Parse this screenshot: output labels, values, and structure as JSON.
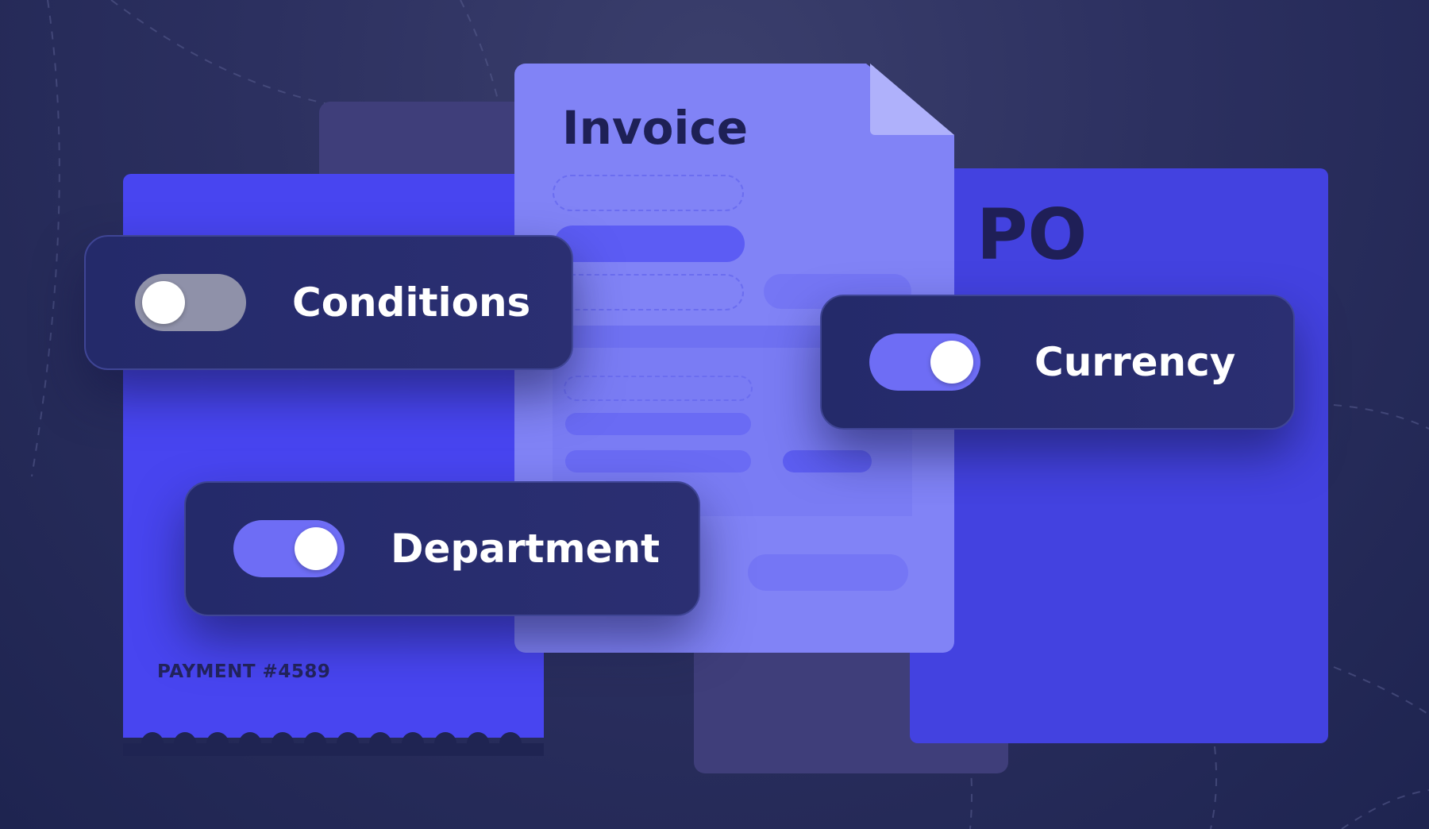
{
  "invoice": {
    "title": "Invoice"
  },
  "purchase_order": {
    "title": "PO"
  },
  "receipt": {
    "label": "PAYMENT #4589"
  },
  "toggles": [
    {
      "label": "Conditions",
      "state": "off"
    },
    {
      "label": "Department",
      "state": "on"
    },
    {
      "label": "Currency",
      "state": "on"
    }
  ],
  "colors": {
    "background": "#2c3060",
    "receipt": "#4845f0",
    "invoice": "#8183f6",
    "po": "#4342e0",
    "toggle_card": "#262b6b",
    "toggle_on": "#6e6df5",
    "toggle_off": "#8f91a9"
  }
}
